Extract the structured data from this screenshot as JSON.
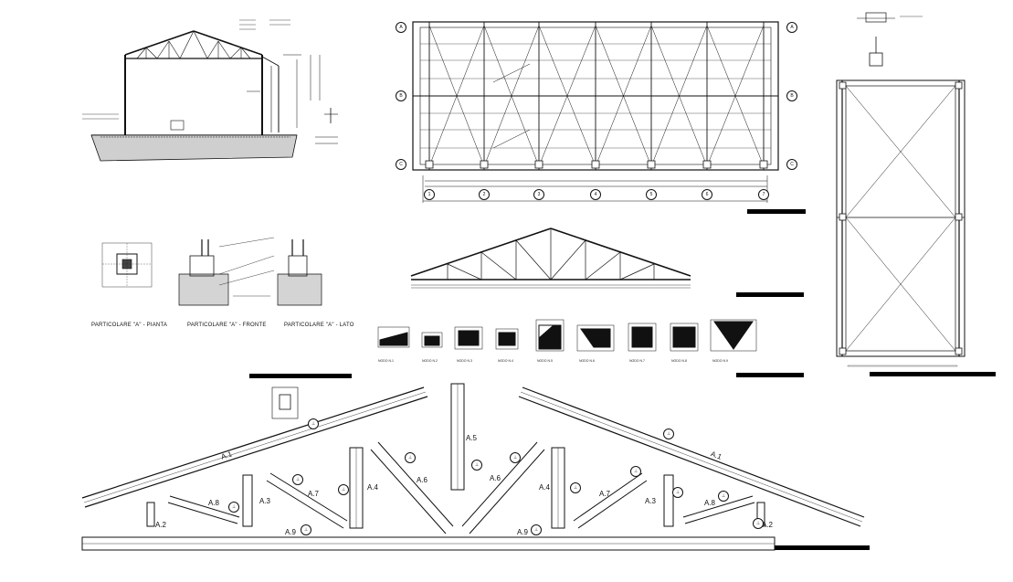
{
  "drawing": {
    "detail_captions": [
      "PARTICOLARE \"A\" - PIANTA",
      "PARTICOLARE \"A\" - FRONTE",
      "PARTICOLARE \"A\" - LATO"
    ],
    "grid_letters": [
      "A",
      "B",
      "C"
    ],
    "grid_numbers": [
      "1",
      "2",
      "3",
      "4",
      "5",
      "6",
      "7"
    ],
    "node_labels": [
      "NODO N.1",
      "NODO N.2",
      "NODO N.3",
      "NODO N.4",
      "NODO N.5",
      "NODO N.6",
      "NODO N.7",
      "NODO N.8",
      "NODO N.9"
    ],
    "member_labels": {
      "a1": "A.1",
      "a2": "A.2",
      "a3": "A.3",
      "a4": "A.4",
      "a5": "A.5",
      "a6": "A.6",
      "a7": "A.7",
      "a8": "A.8",
      "a9": "A.9"
    },
    "bubble_symbol": "⊥"
  }
}
